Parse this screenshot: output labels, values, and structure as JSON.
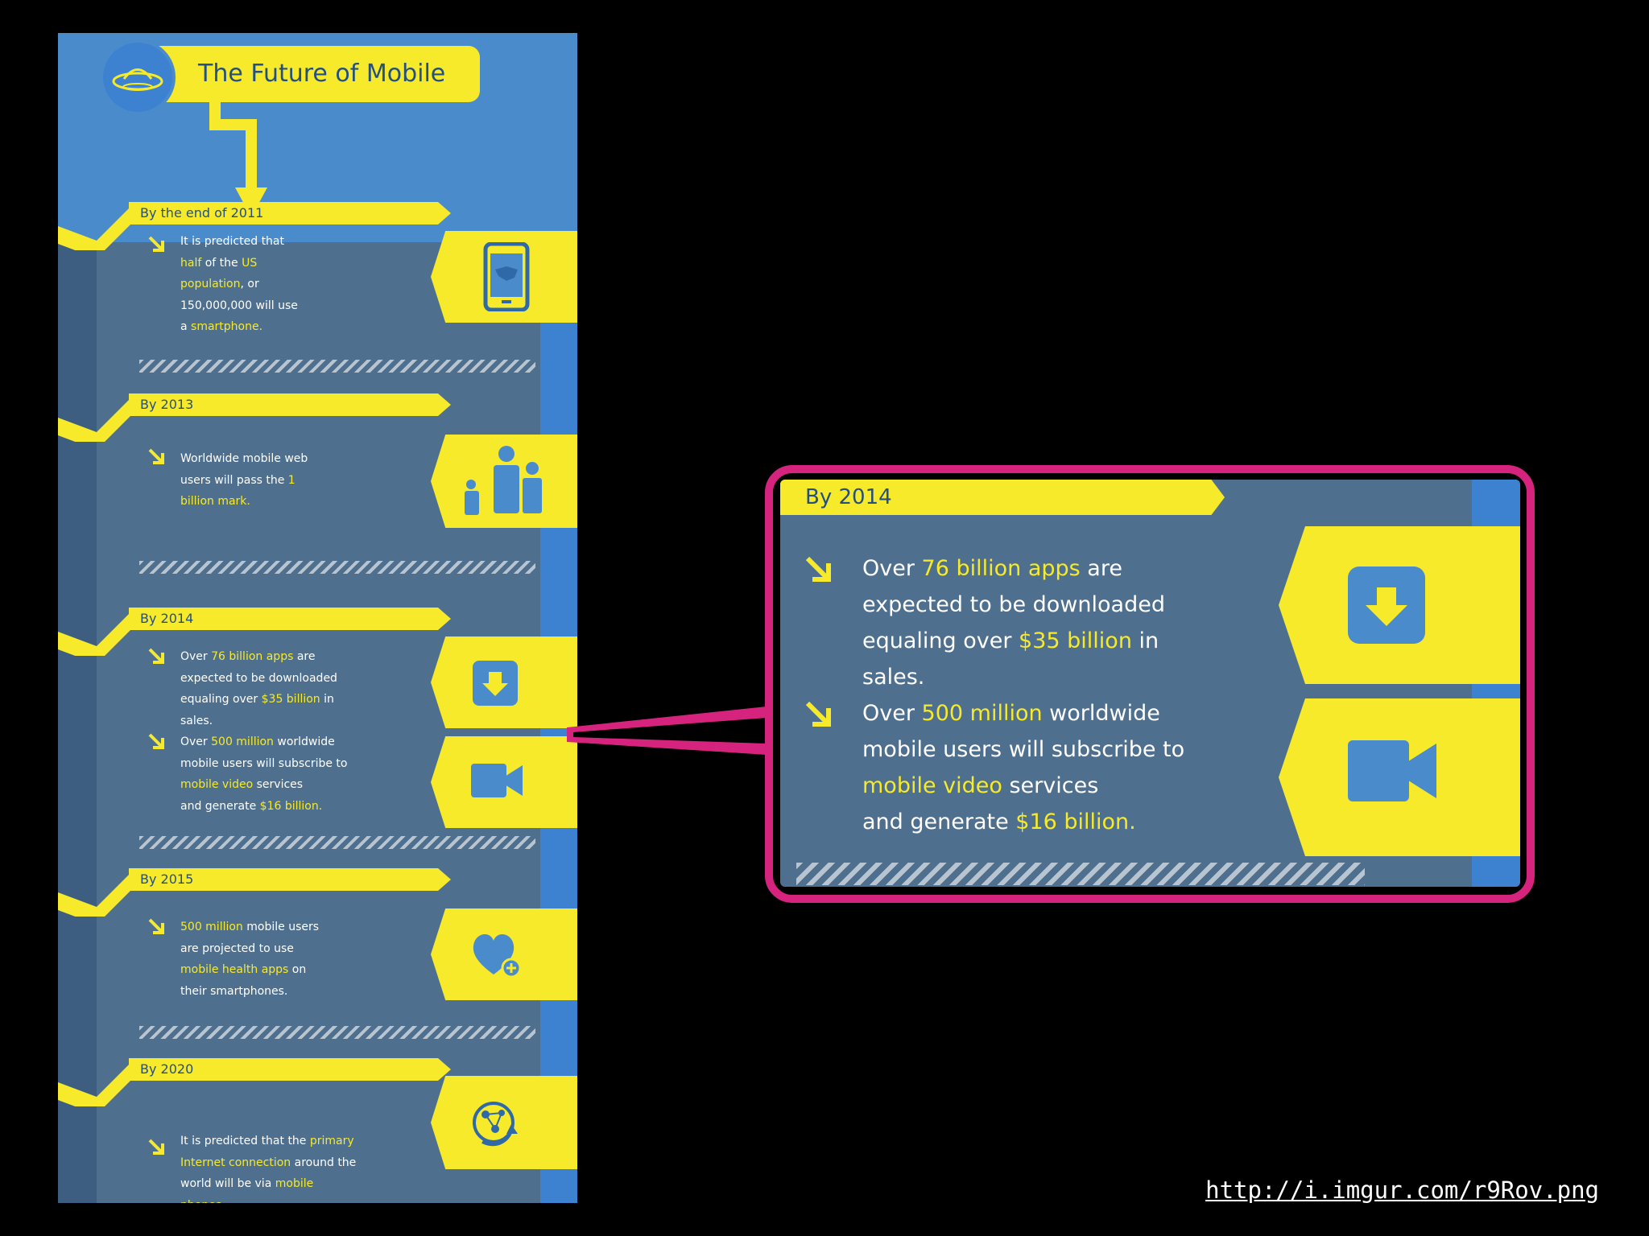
{
  "infographic": {
    "title": "The Future of Mobile",
    "sections": [
      {
        "heading": "By the end of 2011",
        "icon": "smartphone-usa-map-icon",
        "lines": [
          [
            {
              "t": "It is predicted that"
            }
          ],
          [
            {
              "t": "half",
              "hl": true
            },
            {
              "t": " of the "
            },
            {
              "t": "US",
              "hl": true
            }
          ],
          [
            {
              "t": "population",
              "hl": true
            },
            {
              "t": ", or"
            }
          ],
          [
            {
              "t": "150,000,000 will use"
            }
          ],
          [
            {
              "t": "a "
            },
            {
              "t": "smartphone.",
              "hl": true
            }
          ]
        ]
      },
      {
        "heading": "By 2013",
        "icon": "family-people-icon",
        "lines": [
          [
            {
              "t": "Worldwide mobile web"
            }
          ],
          [
            {
              "t": "users will pass the "
            },
            {
              "t": "1",
              "hl": true
            }
          ],
          [
            {
              "t": "billion mark.",
              "hl": true
            }
          ]
        ]
      },
      {
        "heading": "By 2014",
        "icon": "download-icon",
        "icon2": "video-camera-icon",
        "lines": [
          [
            {
              "t": "Over "
            },
            {
              "t": "76 billion apps",
              "hl": true
            },
            {
              "t": " are"
            }
          ],
          [
            {
              "t": "expected to be downloaded"
            }
          ],
          [
            {
              "t": "equaling over "
            },
            {
              "t": "$35 billion",
              "hl": true
            },
            {
              "t": " in"
            }
          ],
          [
            {
              "t": "sales."
            }
          ],
          [
            {
              "t": "Over "
            },
            {
              "t": "500 million",
              "hl": true
            },
            {
              "t": " worldwide"
            }
          ],
          [
            {
              "t": "mobile users will subscribe to"
            }
          ],
          [
            {
              "t": "mobile video",
              "hl": true
            },
            {
              "t": " services"
            }
          ],
          [
            {
              "t": "and generate "
            },
            {
              "t": "$16 billion.",
              "hl": true
            }
          ]
        ]
      },
      {
        "heading": "By 2015",
        "icon": "heart-plus-icon",
        "lines": [
          [
            {
              "t": "500 million",
              "hl": true
            },
            {
              "t": " mobile users"
            }
          ],
          [
            {
              "t": "are projected to use"
            }
          ],
          [
            {
              "t": "mobile health apps",
              "hl": true
            },
            {
              "t": " on"
            }
          ],
          [
            {
              "t": "their smartphones."
            }
          ]
        ]
      },
      {
        "heading": "By 2020",
        "icon": "globe-network-icon",
        "lines": [
          [
            {
              "t": "It is predicted that the "
            },
            {
              "t": "primary",
              "hl": true
            }
          ],
          [
            {
              "t": "Internet connection",
              "hl": true
            },
            {
              "t": " around the"
            }
          ],
          [
            {
              "t": "world will be via "
            },
            {
              "t": "mobile",
              "hl": true
            }
          ],
          [
            {
              "t": "phones.",
              "hl": true
            }
          ]
        ]
      }
    ]
  },
  "zoom": {
    "heading": "By 2014",
    "lines": [
      [
        {
          "t": "Over "
        },
        {
          "t": "76 billion apps",
          "hl": true
        },
        {
          "t": " are"
        }
      ],
      [
        {
          "t": "expected to be downloaded"
        }
      ],
      [
        {
          "t": "equaling over "
        },
        {
          "t": "$35 billion",
          "hl": true
        },
        {
          "t": " in"
        }
      ],
      [
        {
          "t": "sales."
        }
      ],
      [
        {
          "t": "Over "
        },
        {
          "t": "500 million",
          "hl": true
        },
        {
          "t": " worldwide"
        }
      ],
      [
        {
          "t": "mobile users will subscribe to"
        }
      ],
      [
        {
          "t": "mobile video",
          "hl": true
        },
        {
          "t": " services"
        }
      ],
      [
        {
          "t": "and generate "
        },
        {
          "t": "$16 billion.",
          "hl": true
        }
      ]
    ]
  },
  "source_link": "http://i.imgur.com/r9Rov.png",
  "colors": {
    "background": "#000000",
    "panel": "#4f6f8f",
    "accent_yellow": "#f6ea2a",
    "accent_blue": "#3c82d0",
    "callout_magenta": "#d6247e"
  }
}
